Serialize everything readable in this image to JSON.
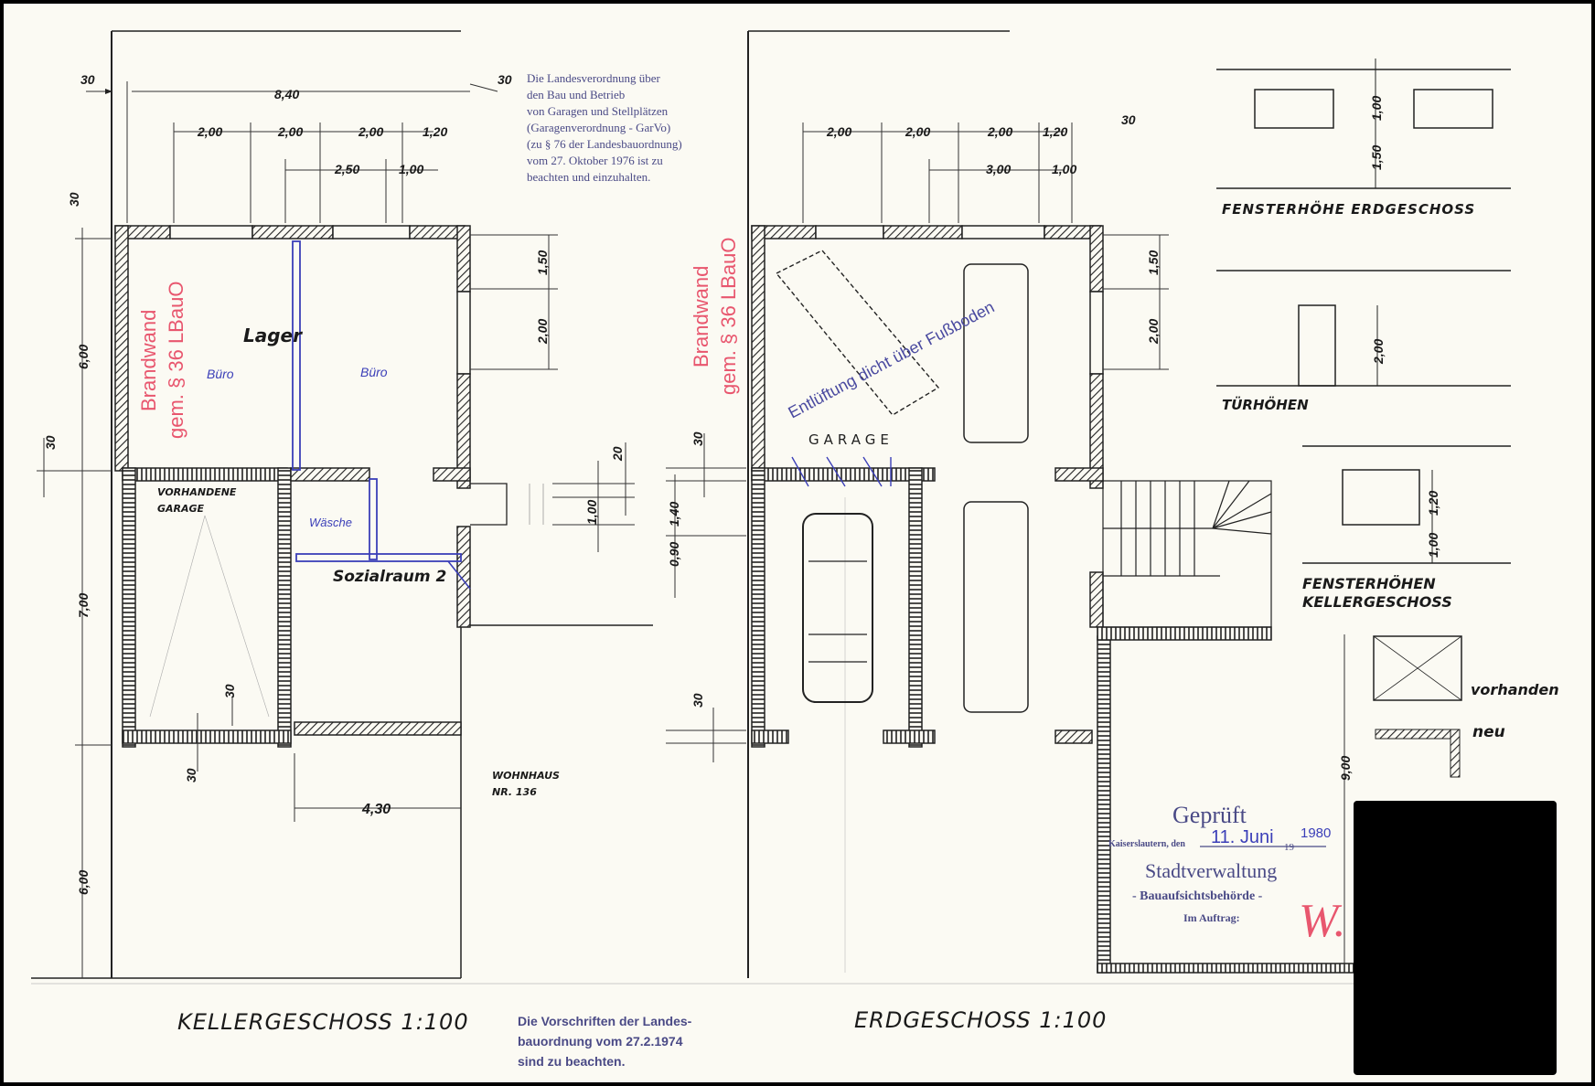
{
  "drawing": {
    "left_plan": {
      "title": "KELLERGESCHOSS 1:100",
      "rooms": {
        "lager": "Lager",
        "buero_left": "Büro",
        "buero_right": "Büro",
        "vorhandene_garage_line1": "VORHANDENE",
        "vorhandene_garage_line2": "GARAGE",
        "wasche": "Wäsche",
        "sozialraum": "Sozialraum 2"
      },
      "brandwand_line1": "Brandwand",
      "brandwand_line2": "gem. § 36 LBauO",
      "neighbor_line1": "WOHNHAUS",
      "neighbor_line2": "NR. 136",
      "dims": {
        "top_30_left": "30",
        "overall": "8,40",
        "top_30_right": "30",
        "row1": [
          "2,00",
          "2,00",
          "2,00",
          "1,20"
        ],
        "row2": [
          "2,50",
          "1,00"
        ],
        "left_30_top": "30",
        "left_600_top": "6,00",
        "left_30_mid": "30",
        "left_700": "7,00",
        "left_600_bottom": "6,00",
        "right_150": "1,50",
        "right_200": "2,00",
        "door_20": "20",
        "door_100": "1,00",
        "garage_30_a": "30",
        "garage_30_b": "30",
        "bottom_430": "4,30"
      }
    },
    "right_plan": {
      "title": "ERDGESCHOSS 1:100",
      "garage_label": "GARAGE",
      "ventilation_note": "Entlüftung dicht über Fußboden",
      "brandwand_line1": "Brandwand",
      "brandwand_line2": "gem. § 36 LBauO",
      "dims": {
        "row1": [
          "2,00",
          "2,00",
          "2,00",
          "1,20"
        ],
        "row1_30": "30",
        "row2": [
          "3,00",
          "1,00"
        ],
        "right_150": "1,50",
        "right_200": "2,00",
        "left_30_top": "30",
        "left_140": "1,40",
        "left_090": "0,90",
        "left_30_bottom": "30",
        "right_900": "9,00"
      }
    },
    "regulation_note": {
      "line1": "Die Landesverordnung über",
      "line2": "den Bau und Betrieb",
      "line3": "von Garagen und Stellplätzen",
      "line4": "(Garagenverordnung - GarVo)",
      "line5": "(zu § 76 der Landesbauordnung)",
      "line6": "vom 27. Oktober 1976 ist zu",
      "line7": "beachten und einzuhalten."
    },
    "bottom_note": {
      "line1": "Die Vorschriften der Landes-",
      "line2": "bauordnung vom 27.2.1974",
      "line3": "sind zu beachten."
    },
    "legend": {
      "window_eg_title": "FENSTERHÖHE ERDGESCHOSS",
      "window_eg_dims": [
        "1,00",
        "1,50"
      ],
      "door_title": "TÜRHÖHEN",
      "door_dim": "2,00",
      "window_kg_title_line1": "FENSTERHÖHEN",
      "window_kg_title_line2": "KELLERGESCHOSS",
      "window_kg_dims": [
        "1,20",
        "1,00"
      ],
      "existing_label": "vorhanden",
      "new_label": "neu"
    },
    "stamp": {
      "title": "Geprüft",
      "place_prefix": "Kaiserslautern, den",
      "date": "11. Juni",
      "year_prefix": "19",
      "year": "1980",
      "authority": "Stadtverwaltung",
      "department": "- Bauaufsichtsbehörde -",
      "order": "Im Auftrag:",
      "signature": "W. d"
    },
    "colors": {
      "paper": "#fbfaf3",
      "ink": "#1a1a1a",
      "red_stamp": "#e8566e",
      "blue_ink": "#3b3fb8",
      "stamp_violet": "#4a4a86"
    }
  }
}
